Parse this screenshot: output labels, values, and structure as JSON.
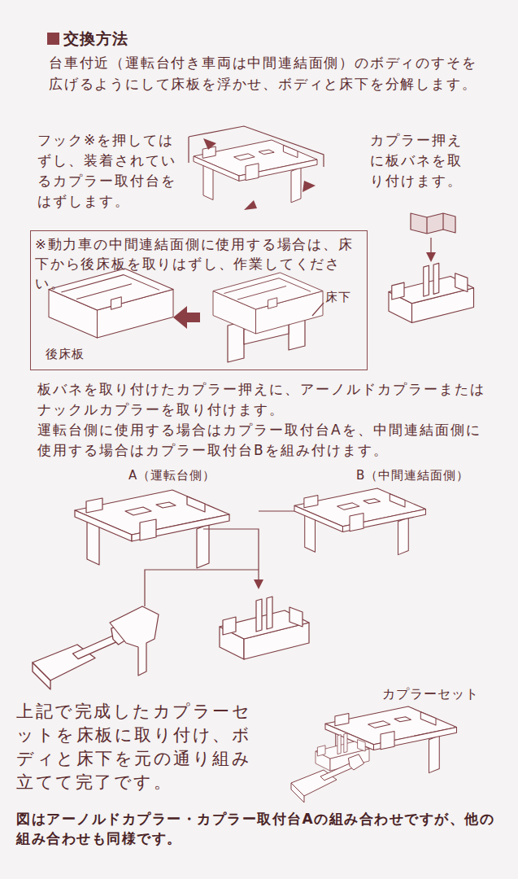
{
  "diagram": {
    "title": "交換方法",
    "nodes": [
      {
        "text": [
          "※動力車の中間連結面側に使用する場合は、床下から後床板を取りはずし、作業してください。"
        ]
      }
    ],
    "labels": [
      "台車付近（運転台付き車両は中間連結面側）のボディのすそを広げるようにして床板を浮かせ、ボディと床下を分解します。",
      "フック※を押してはずし、装着されているカプラー取付台をはずします。",
      "カプラー押えに板バネを取り付けます。",
      "後床板",
      "床下",
      "板バネを取り付けたカプラー押えに、アーノルドカプラーまたはナックルカプラーを取り付けます。",
      "運転台側に使用する場合はカプラー取付台Aを、中間連結面側に使用する場合はカプラー取付台Bを組み付けます。",
      "A（運転台側）",
      "B（中間連結面側）",
      "上記で完成したカプラーセットを床板に取り付け、ボディと床下を元の通り組み立てて完了です。",
      "カプラーセット",
      "図はアーノルドカプラー・カプラー取付台Aの組み合わせですが、他の組み合わせも同様です。"
    ]
  }
}
